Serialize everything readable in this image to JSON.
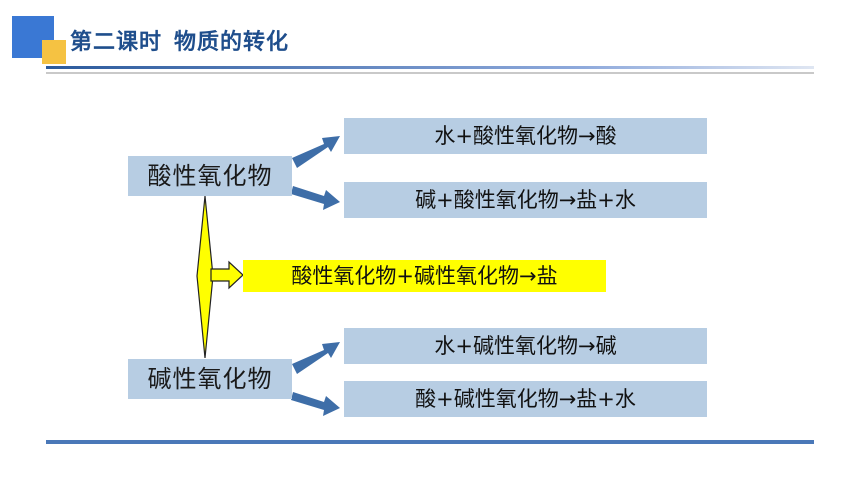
{
  "slide": {
    "title_part1": "第二课时",
    "title_part2": "物质的转化"
  },
  "diagram": {
    "acidic_oxide": "酸性氧化物",
    "basic_oxide": "碱性氧化物",
    "acidic_reactions": [
      "水+酸性氧化物→酸",
      "碱+酸性氧化物→盐+水"
    ],
    "combined_reaction": "酸性氧化物+碱性氧化物→盐",
    "basic_reactions": [
      "水+碱性氧化物→碱",
      "酸+碱性氧化物→盐+水"
    ]
  },
  "colors": {
    "box_fill": "#b7cde3",
    "arrow_fill": "#3e6ea8",
    "highlight_fill": "#ffff00",
    "title_color": "#1f4e8c"
  }
}
